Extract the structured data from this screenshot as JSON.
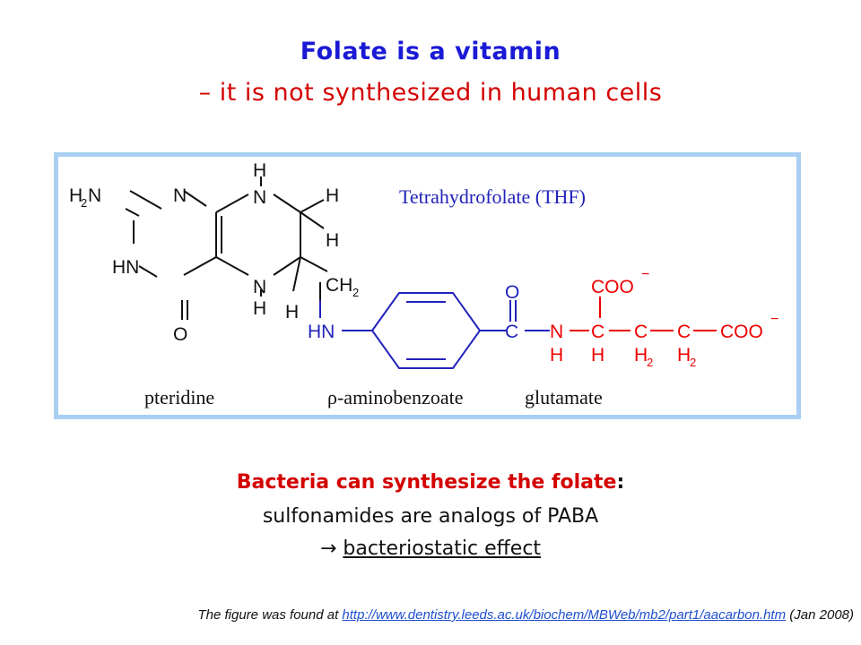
{
  "title": {
    "line1": "Folate is a vitamin",
    "line2": "– it is not synthesized in human cells"
  },
  "figure": {
    "label": "Tetrahydrofolate (THF)",
    "parts": {
      "pteridine": "pteridine",
      "paba": "ρ-aminobenzoate",
      "glutamate": "glutamate"
    },
    "colors": {
      "pteridine": "#000000",
      "paba": "#2222bb",
      "glutamate": "#ee0000",
      "frame": "#a9cff2"
    }
  },
  "caption": {
    "line1": "Bacteria can synthesize the folate",
    "line1_suffix": ":",
    "line2": "sulfonamides are analogs of PABA",
    "arrow": "→",
    "line3": "bacteriostatic effect"
  },
  "credit": {
    "prefix": "The figure was found at",
    "url": "http://www.dentistry.leeds.ac.uk/biochem/MBWeb/mb2/part1/aacarbon.htm",
    "suffix": "(Jan 2008)"
  }
}
